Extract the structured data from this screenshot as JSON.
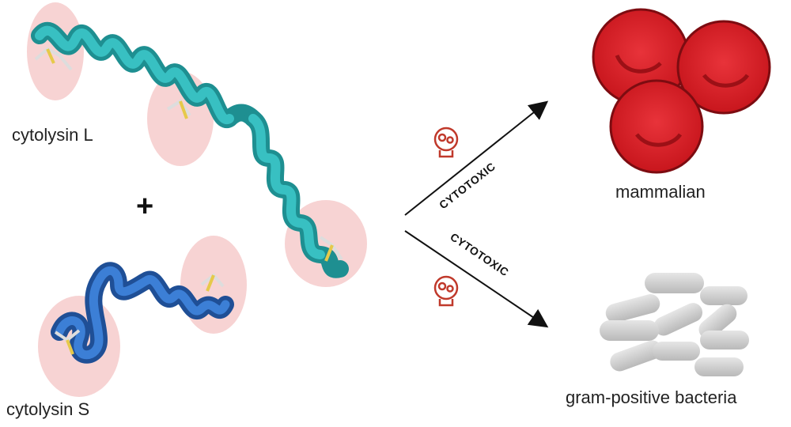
{
  "peptides": {
    "large_label": "cytolysin L",
    "small_label": "cytolysin S",
    "plus_sign": "+"
  },
  "arrows": {
    "top_label": "CYTOTOXIC",
    "bottom_label": "CYTOTOXIC"
  },
  "targets": {
    "top_label": "mammalian",
    "bottom_label": "gram-positive bacteria"
  },
  "colors": {
    "teal_helix": "#2aa6a8",
    "blue_helix": "#2f69b8",
    "pink_highlight": "#f7d3d3",
    "red_cell": "#e0242b",
    "bacteria": "#cfcfcf",
    "skull_icon": "#c0392b"
  }
}
